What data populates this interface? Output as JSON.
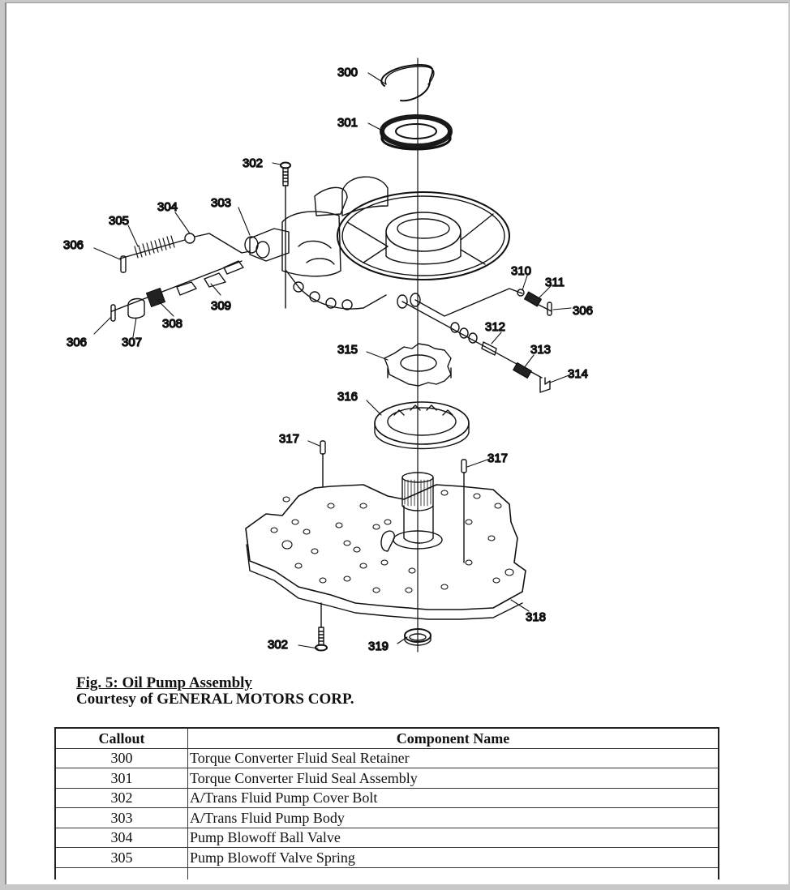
{
  "figure": {
    "title": "Fig. 5: Oil Pump Assembly",
    "courtesy": "Courtesy of GENERAL MOTORS CORP.",
    "callout_labels": {
      "c300": "300",
      "c301": "301",
      "c302_top": "302",
      "c303": "303",
      "c304": "304",
      "c305": "305",
      "c306_left_top": "306",
      "c306_left_bottom": "306",
      "c306_right": "306",
      "c307": "307",
      "c308": "308",
      "c309": "309",
      "c310": "310",
      "c311": "311",
      "c312": "312",
      "c313": "313",
      "c314": "314",
      "c315": "315",
      "c316": "316",
      "c317_left": "317",
      "c317_right": "317",
      "c318": "318",
      "c302_bottom": "302",
      "c319": "319"
    }
  },
  "table": {
    "headers": {
      "callout": "Callout",
      "component_name": "Component Name"
    },
    "rows": [
      {
        "callout": "300",
        "name": "Torque Converter Fluid Seal Retainer"
      },
      {
        "callout": "301",
        "name": "Torque Converter Fluid Seal Assembly"
      },
      {
        "callout": "302",
        "name": "A/Trans Fluid Pump Cover Bolt"
      },
      {
        "callout": "303",
        "name": "A/Trans Fluid Pump Body"
      },
      {
        "callout": "304",
        "name": "Pump Blowoff Ball Valve"
      },
      {
        "callout": "305",
        "name": "Pump Blowoff Valve Spring"
      }
    ]
  }
}
